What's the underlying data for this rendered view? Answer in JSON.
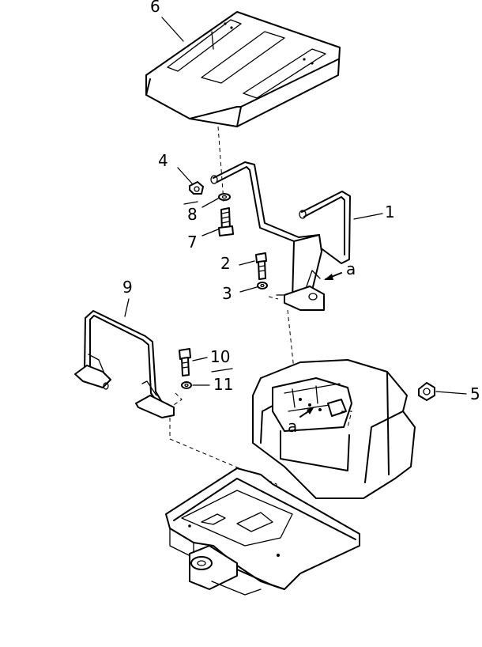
{
  "callouts": {
    "c1": "1",
    "c2": "2",
    "c3": "3",
    "c4": "4",
    "c5": "5",
    "c6": "6",
    "c7": "7",
    "c8": "8",
    "c9": "9",
    "c10": "10",
    "c11": "11",
    "ref_a_upper": "a",
    "ref_a_lower": "a"
  }
}
